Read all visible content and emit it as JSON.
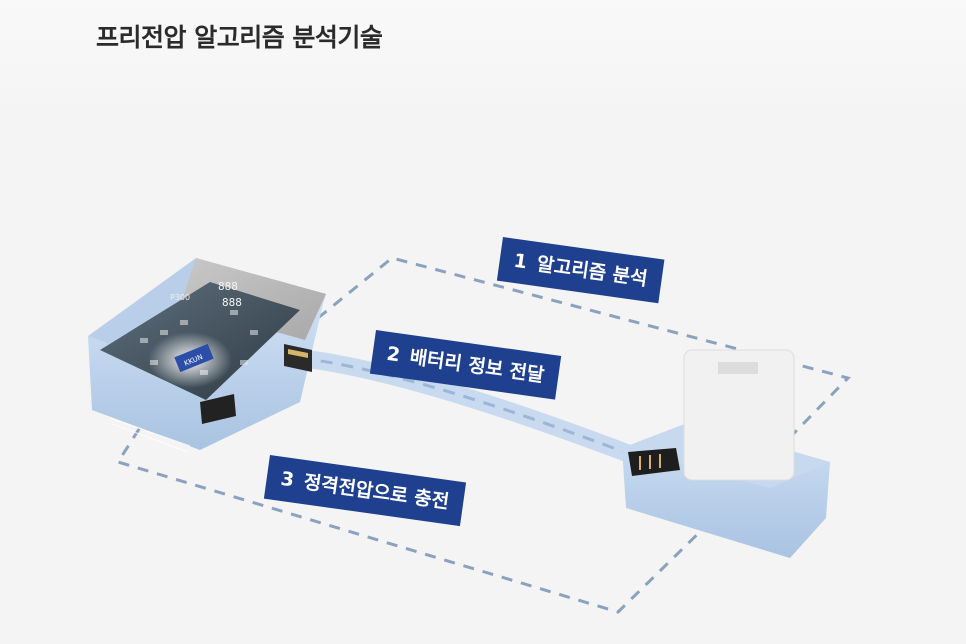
{
  "page": {
    "title": "프리전압 알고리즘 분석기술"
  },
  "charger": {
    "display_digits_top": "888",
    "display_digits_bottom": "888",
    "model_text": "P300",
    "chip_text": "KKUN"
  },
  "steps": [
    {
      "number": "1",
      "label": "알고리즘 분석"
    },
    {
      "number": "2",
      "label": "배터리 정보 전달"
    },
    {
      "number": "3",
      "label": "정격전압으로 충전"
    }
  ],
  "colors": {
    "label_bg": "#1f3f8f",
    "dash": "#8aa2c0",
    "device_blue": "#bcd2ec",
    "background": "#f4f4f4"
  }
}
